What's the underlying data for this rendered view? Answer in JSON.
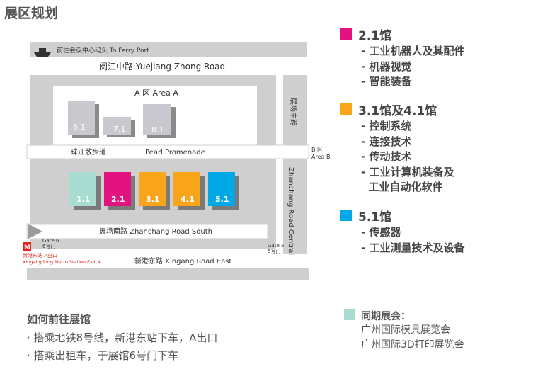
{
  "page_title": "展区规划",
  "map": {
    "ferry_label": "前往会议中心码头  To Ferry Port",
    "road_top": "阅江中路  Yuejiang Zhong Road",
    "area_a": "A 区 Area A",
    "promenade_cn": "珠江散步道",
    "promenade_en": "Pearl Promenade",
    "area_b_cn": "B 区",
    "area_b_en": "Area B",
    "road_right_cn": "展场中路",
    "road_right_en": "Zhanchang Road Central",
    "road_south": "展场南路   Zhanchang Road South",
    "road_bottom": "新港东路     Xingang Road East",
    "gate6_en": "Gate 6",
    "gate6_cn": "6号门",
    "gate5_en": "Gate 5",
    "gate5_cn": "5号门",
    "metro_cn": "新港东站 A出口",
    "metro_en": "Xingangdong Metro Station Exit A",
    "halls_upper": [
      "6.1",
      "7.1",
      "8.1"
    ],
    "halls_lower": [
      "1.1",
      "2.1",
      "3.1",
      "4.1",
      "5.1"
    ]
  },
  "colors": {
    "magenta": "#e2137e",
    "orange": "#f9a51b",
    "blue": "#00a9e6",
    "mint": "#a8dcd0",
    "gray_hall": "#c9c8ce"
  },
  "legend": [
    {
      "title": "2.1馆",
      "items": [
        "- 工业机器人及其配件",
        "- 机器视觉",
        "- 智能装备"
      ]
    },
    {
      "title": "3.1馆及4.1馆",
      "items": [
        "- 控制系统",
        "- 连接技术",
        "- 传动技术",
        "- 工业计算机装备及",
        "  工业自动化软件"
      ]
    },
    {
      "title": "5.1馆",
      "items": [
        "- 传感器",
        "- 工业测量技术及设备"
      ]
    }
  ],
  "how_to": {
    "title": "如何前往展馆",
    "lines": [
      "· 搭乘地铁8号线，新港东站下车，A出口",
      "· 搭乘出租车，于展馆6号门下车"
    ]
  },
  "concurrent": {
    "title": "同期展会：",
    "lines": [
      "广州国际模具展览会",
      "广州国际3D打印展览会"
    ]
  }
}
